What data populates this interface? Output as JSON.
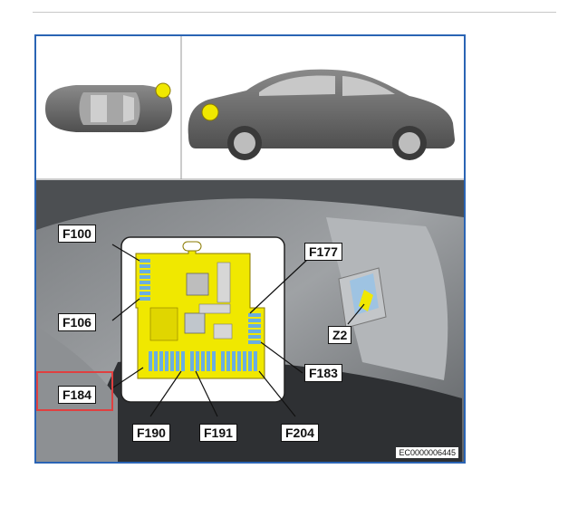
{
  "diagram": {
    "labels": {
      "f100": "F100",
      "f106": "F106",
      "f177": "F177",
      "z2": "Z2",
      "f183": "F183",
      "f184": "F184",
      "f190": "F190",
      "f191": "F191",
      "f204": "F204"
    },
    "doc_code": "EC0000006445",
    "colors": {
      "frame": "#2a64b4",
      "fuse_panel": "#f0e800",
      "fuse_blue": "#6aaee0",
      "highlight": "#e04040",
      "car_body": "#6b6b6b",
      "marker": "#f0e800"
    }
  }
}
